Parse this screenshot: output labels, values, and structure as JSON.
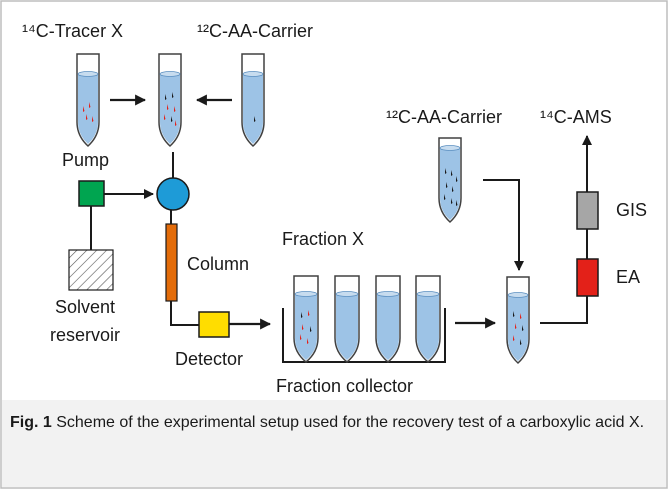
{
  "labels": {
    "tracer": "¹⁴C-Tracer X",
    "carrier_top": "¹²C-AA-Carrier",
    "carrier_right": "¹²C-AA-Carrier",
    "ams": "¹⁴C-AMS",
    "pump": "Pump",
    "column": "Column",
    "solvent_line1": "Solvent",
    "solvent_line2": "reservoir",
    "detector": "Detector",
    "fraction_x": "Fraction X",
    "fraction_collector": "Fraction collector",
    "gis": "GIS",
    "ea": "EA"
  },
  "caption": {
    "label": "Fig. 1",
    "text": " Scheme of the experimental setup used for the recovery test of a carboxylic acid X."
  },
  "colors": {
    "frame": "#bdbdbd",
    "caption_band": "#f2f2f2",
    "tube_fill": "#9dc3e6",
    "tube_stroke": "#404040",
    "pump": "#00a550",
    "valve": "#1e9bd7",
    "column": "#e36c0a",
    "detector": "#ffdd00",
    "gis": "#a6a6a6",
    "ea": "#e32119",
    "red_dot": "#e32119",
    "dark_dot": "#1a1a1a"
  }
}
